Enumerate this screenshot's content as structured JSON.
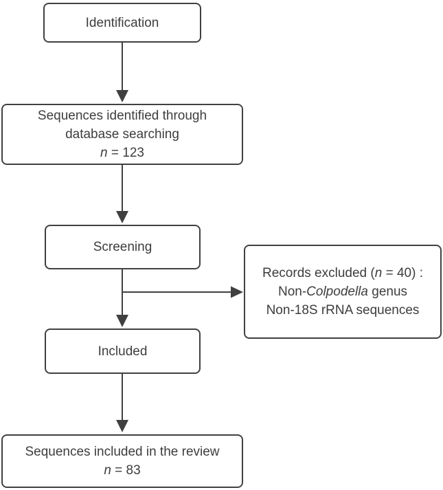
{
  "colors": {
    "line": "#404040",
    "text": "#3d3d3d",
    "box_bg": "#ffffff",
    "page_bg": "#ffffff"
  },
  "boxes": {
    "identification": {
      "label": "Identification"
    },
    "identified": {
      "line1": "Sequences identified through",
      "line2": "database searching",
      "n_italic": "n",
      "n_rest": " = 123"
    },
    "screening": {
      "label": "Screening"
    },
    "excluded": {
      "line1_pre": "Records excluded (",
      "line1_n": "n",
      "line1_post": " = 40) :",
      "line2_pre": "Non-",
      "line2_italic": "Colpodella",
      "line2_post": " genus",
      "line3": "Non-18S rRNA sequences"
    },
    "included": {
      "label": "Included"
    },
    "review": {
      "line1": "Sequences included in the review",
      "n_italic": "n",
      "n_rest": " = 83"
    }
  }
}
